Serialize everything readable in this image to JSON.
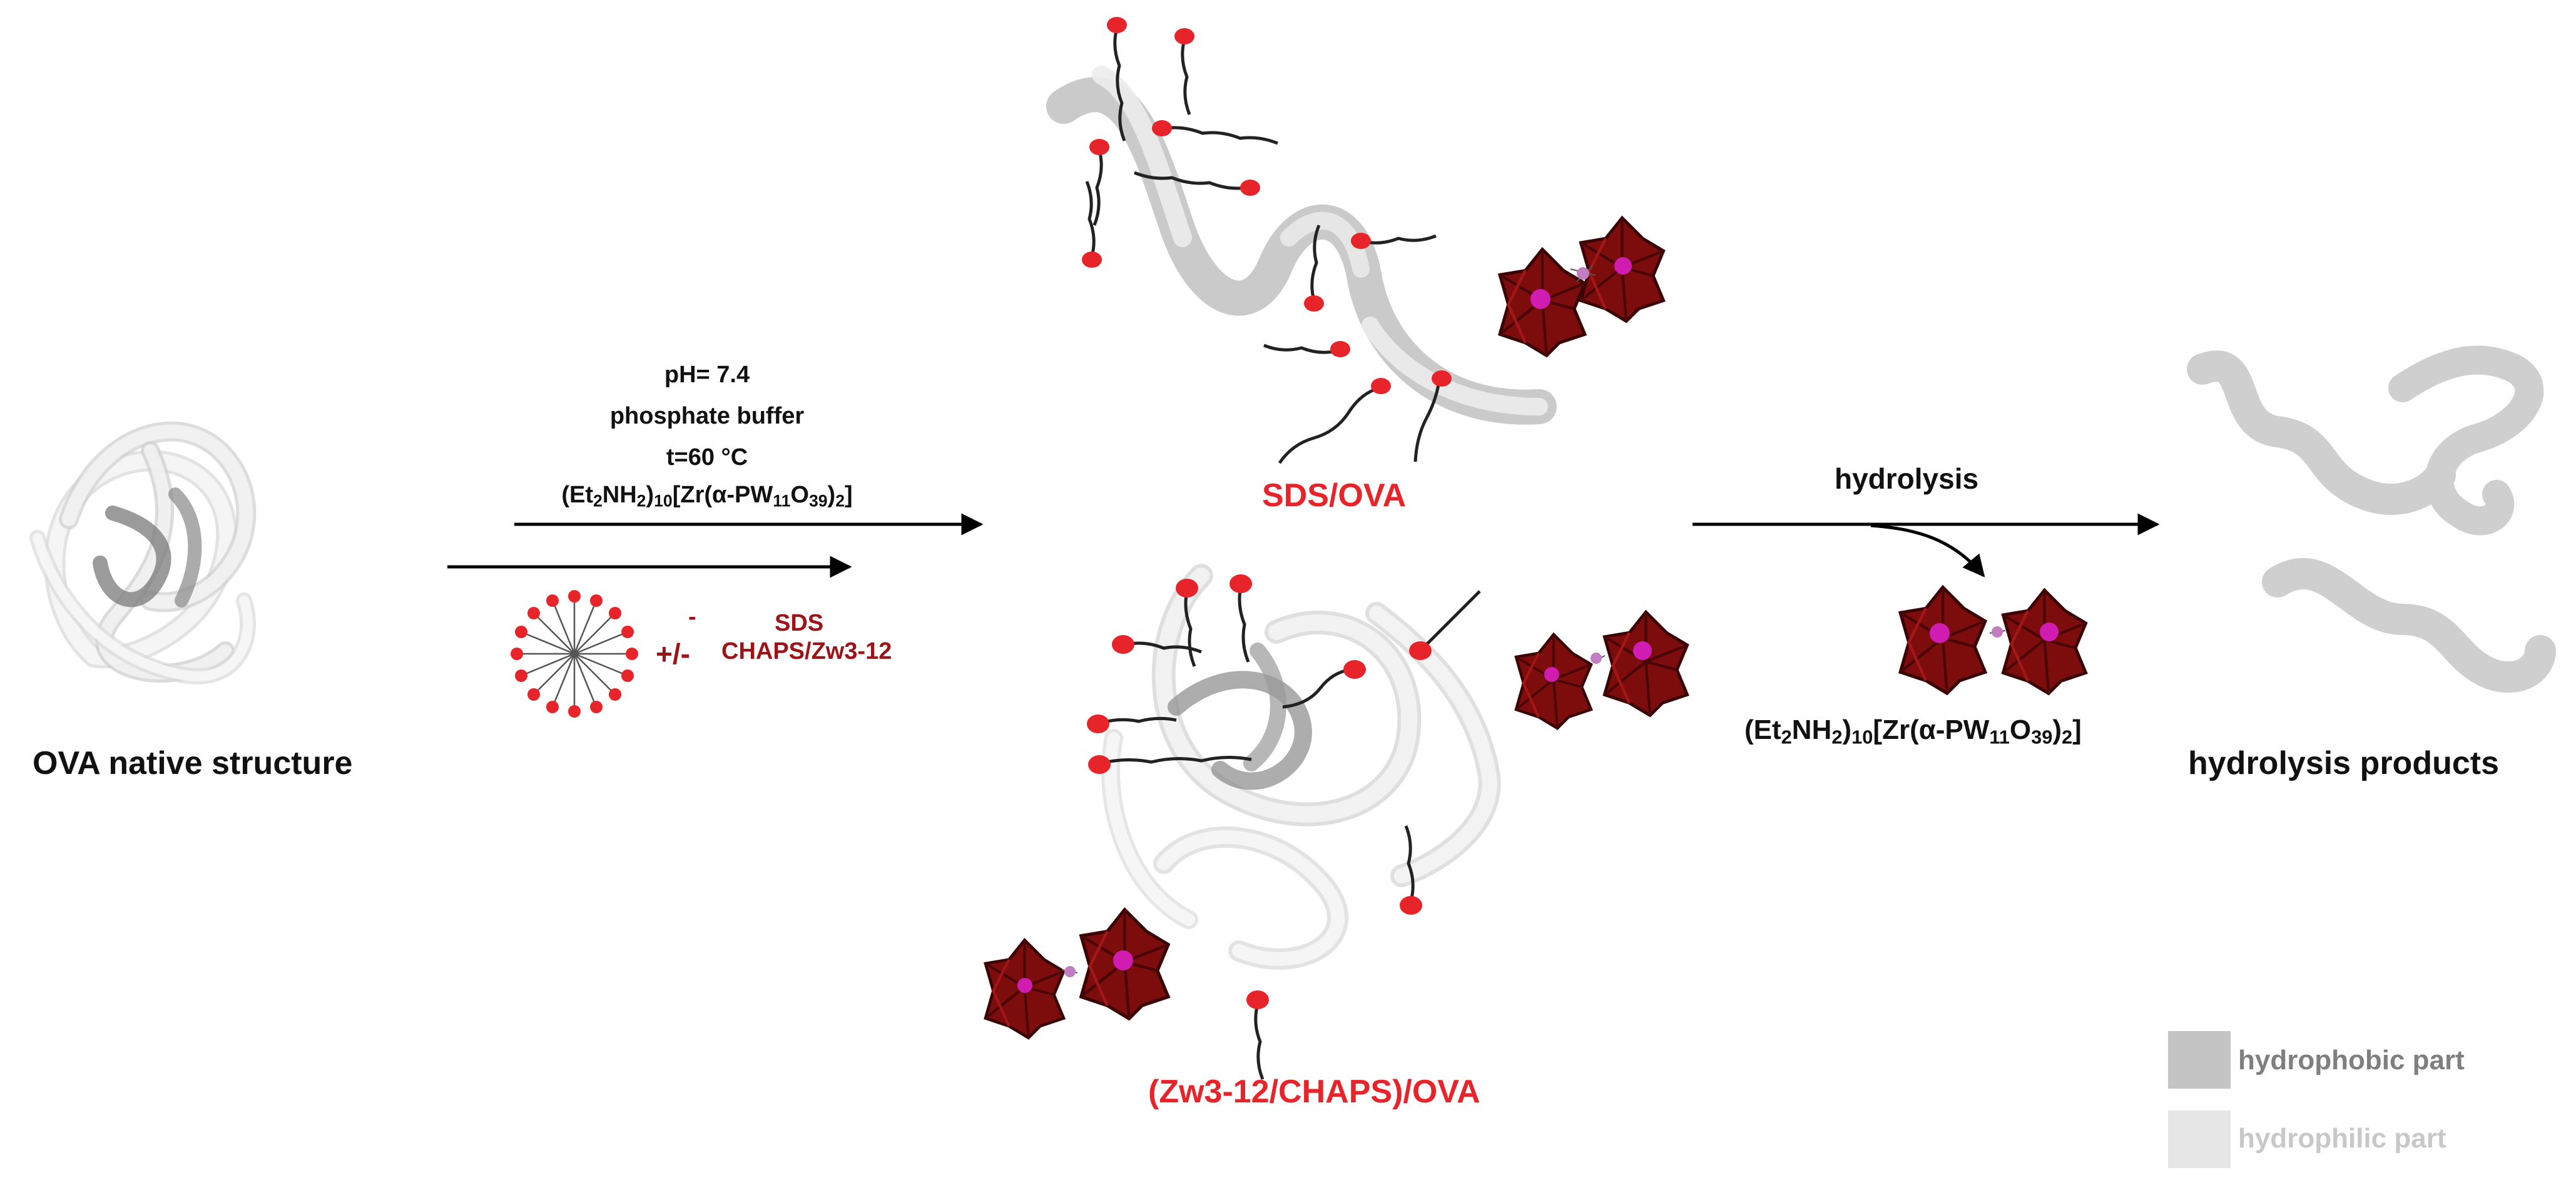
{
  "labels": {
    "native": "OVA native structure",
    "sds_complex": "SDS/OVA",
    "zw_complex": "(Zw3-12/CHAPS)/OVA",
    "products": "hydrolysis products",
    "hydrolysis": "hydrolysis"
  },
  "conditions": {
    "ph": "pH= 7.4",
    "buffer": "phosphate buffer",
    "temp": "t=60 °C",
    "catalyst_parts": [
      "(Et",
      "2",
      "NH",
      "2",
      ")",
      "10",
      "[Zr(α-PW",
      "11",
      "O",
      "39",
      ")",
      "2",
      "]"
    ]
  },
  "surfactants": {
    "anionic_sign": "-",
    "anionic_name": "SDS",
    "zwitterionic_sign": "+/-",
    "zwitterionic_name": "CHAPS/Zw3-12"
  },
  "legend": {
    "hydrophobic": "hydrophobic part",
    "hydrophilic": "hydrophilic part",
    "hydrophobic_color": "#c4c4c4",
    "hydrophilic_color": "#e6e6e6"
  },
  "colors": {
    "accent_red": "#e8242b",
    "dark_red": "#9b1418",
    "polyhedra_red": "#7d0c0c",
    "zr_magenta": "#d01cb0"
  }
}
